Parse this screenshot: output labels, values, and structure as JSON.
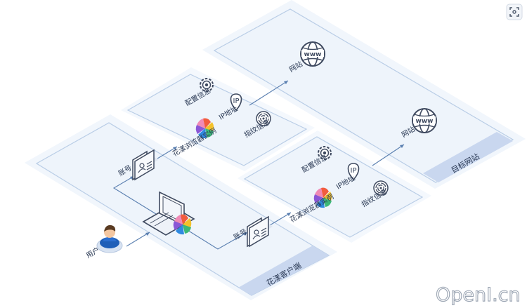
{
  "labels": {
    "user": "用户",
    "client": "花漾客户端",
    "target_site": "目标网站",
    "account": "账号",
    "config": "配置信息",
    "ip": "IP地址",
    "fingerprint": "指纹信息",
    "instance": "花漾浏览器实例",
    "site": "网站",
    "ip_badge": "IP"
  },
  "watermark": "OpenI.cn",
  "icons": [
    "focus-icon",
    "user-avatar",
    "laptop-icon",
    "account-card-icon",
    "gear-icon",
    "ip-pin-icon",
    "fingerprint-icon",
    "pinwheel-logo",
    "globe-icon"
  ],
  "colors": {
    "plane_fill": "#eef4fb",
    "plane_stroke": "#b9cde6",
    "zone_band": "#c9d7ef",
    "line": "#5a7fb0",
    "accent_orange": "#f29b38",
    "accent_blue": "#3b6fcf"
  }
}
